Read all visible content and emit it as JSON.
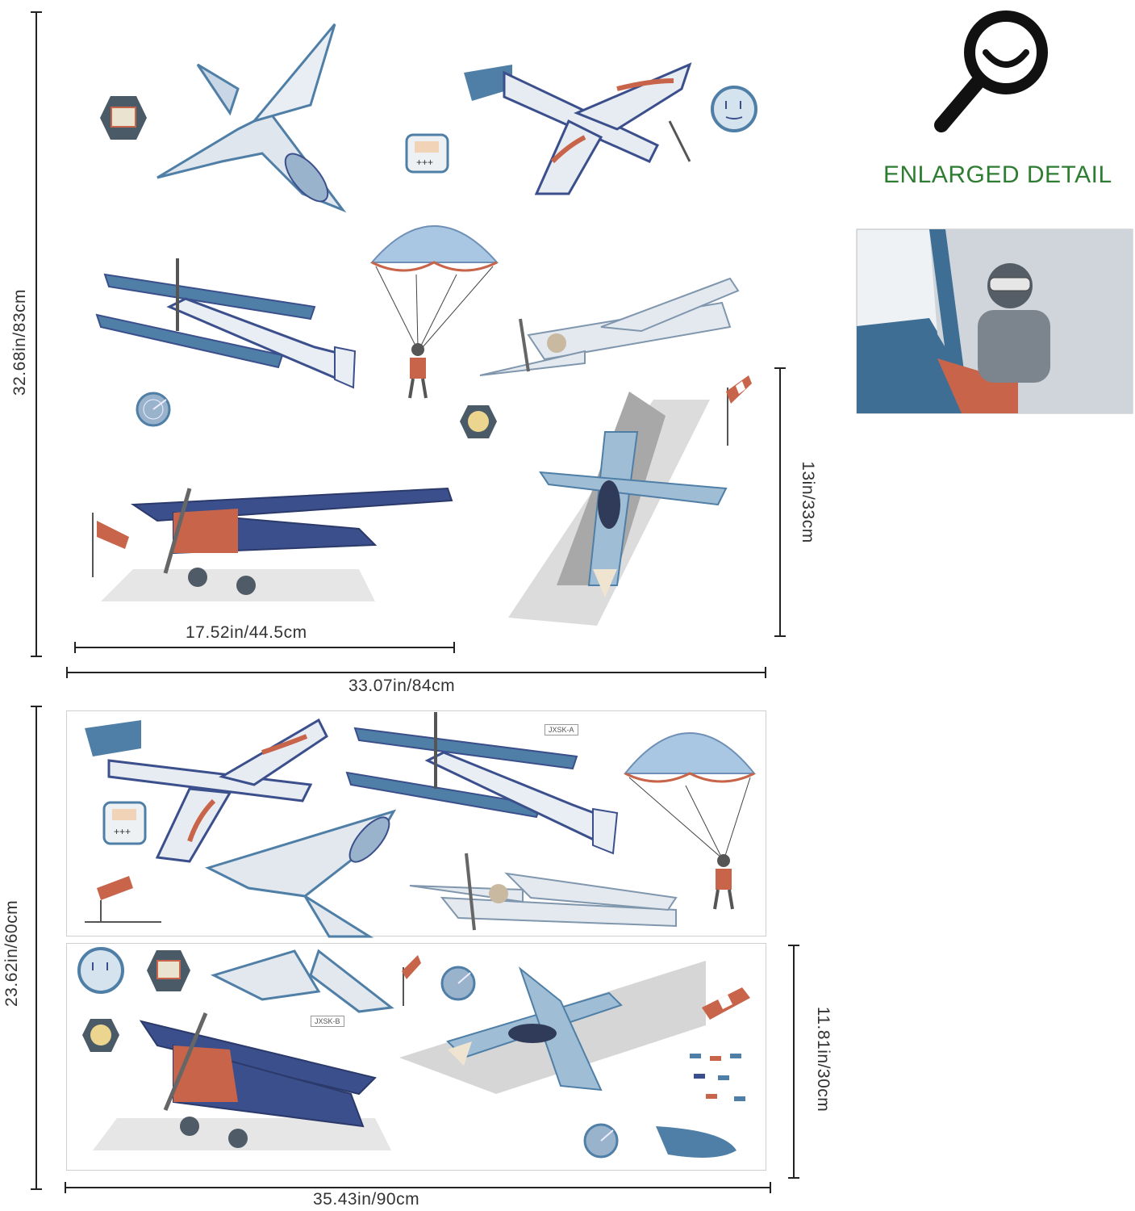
{
  "detail": {
    "title": "ENLARGED DETAIL"
  },
  "top_panel": {
    "height_label": "32.68in/83cm",
    "width_label": "33.07in/84cm",
    "plane_width_label": "17.52in/44.5cm",
    "runway_height_label": "13in/33cm"
  },
  "bottom_panel": {
    "height_label": "23.62in/60cm",
    "width_label": "35.43in/90cm",
    "sheet_height_label": "11.81in/30cm",
    "sheet_a_code": "JXSK-A",
    "sheet_b_code": "JXSK-B"
  },
  "colors": {
    "navy": "#3b4f8c",
    "steel_blue": "#4f7fa6",
    "light_blue": "#a9c6e3",
    "orange": "#c8644a",
    "green_title": "#2e7d32"
  },
  "icons": [
    "magnifier-icon",
    "biplane-icon",
    "jet-icon",
    "parachute-icon",
    "propeller-plane-icon",
    "fighter-jet-icon",
    "gauge-icon",
    "radar-icon",
    "windsock-icon"
  ]
}
